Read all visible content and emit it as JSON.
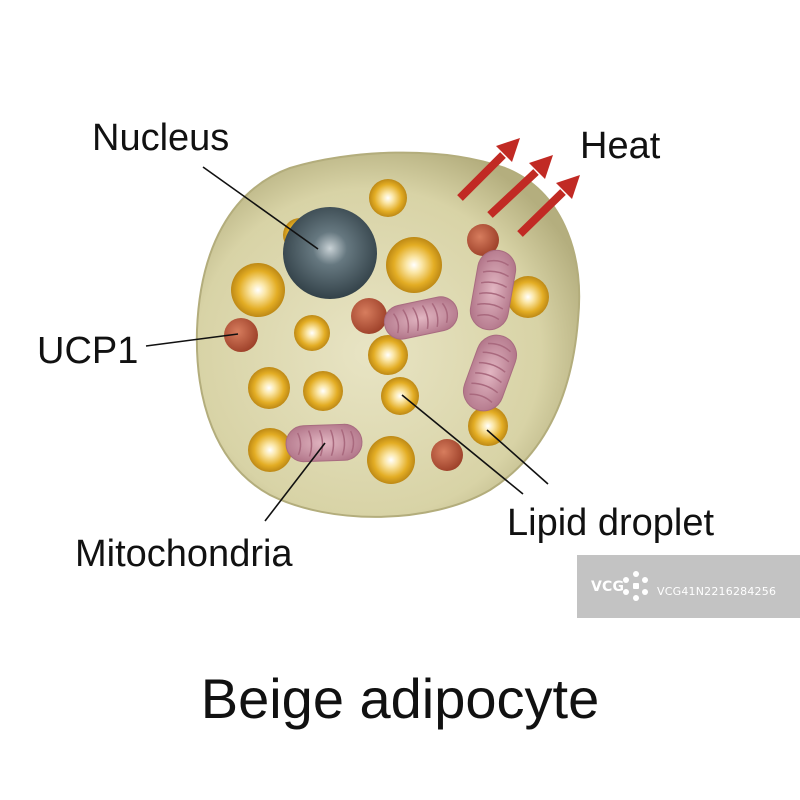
{
  "diagram": {
    "title": "Beige adipocyte",
    "labels": {
      "nucleus": "Nucleus",
      "heat": "Heat",
      "ucp1": "UCP1",
      "mitochondria": "Mitochondria",
      "lipid_droplet": "Lipid droplet"
    }
  },
  "watermark": {
    "logo_text": "VCG",
    "id_text": "VCG41N2216284256"
  },
  "colors": {
    "cell_fill": "#d8d3a6",
    "cell_edge": "#a9a372",
    "nucleus": "#3d4d55",
    "lipid": "#d9a21a",
    "ucp1": "#b8553a",
    "mitochondria": "#c98ea0",
    "heat_arrow": "#c12a24"
  }
}
